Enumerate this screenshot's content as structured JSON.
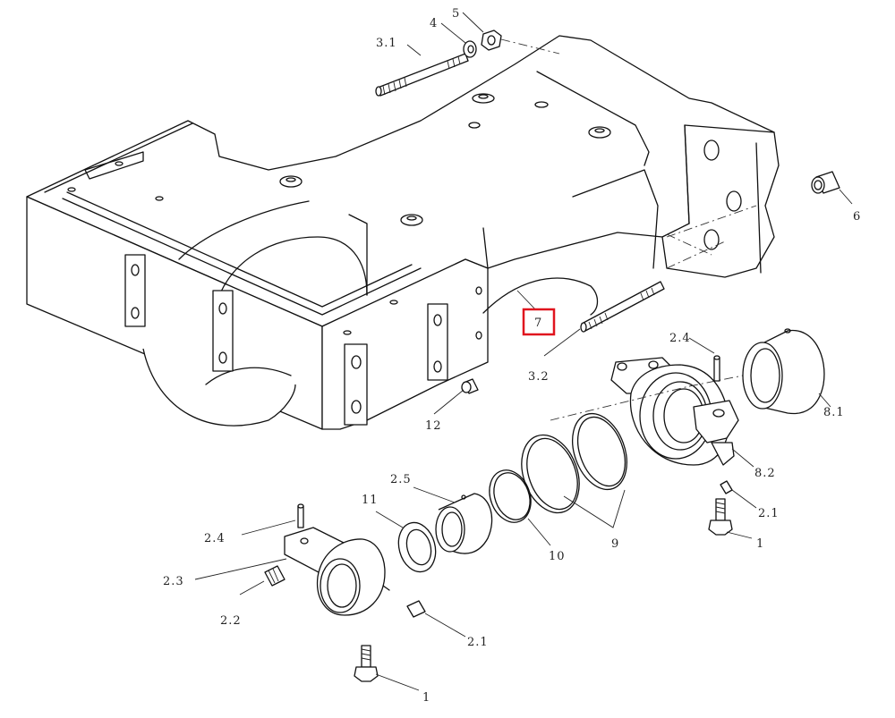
{
  "labels": {
    "p1a": "1",
    "p1b": "1",
    "p21a": "2.1",
    "p21b": "2.1",
    "p22": "2.2",
    "p23": "2.3",
    "p24a": "2.4",
    "p24b": "2.4",
    "p25": "2.5",
    "p31": "3.1",
    "p32": "3.2",
    "p4": "4",
    "p5": "5",
    "p6": "6",
    "p7": "7",
    "p81": "8.1",
    "p82": "8.2",
    "p9": "9",
    "p10": "10",
    "p11": "11",
    "p12": "12"
  },
  "highlight": {
    "part": "7",
    "color": "#e0141e"
  }
}
